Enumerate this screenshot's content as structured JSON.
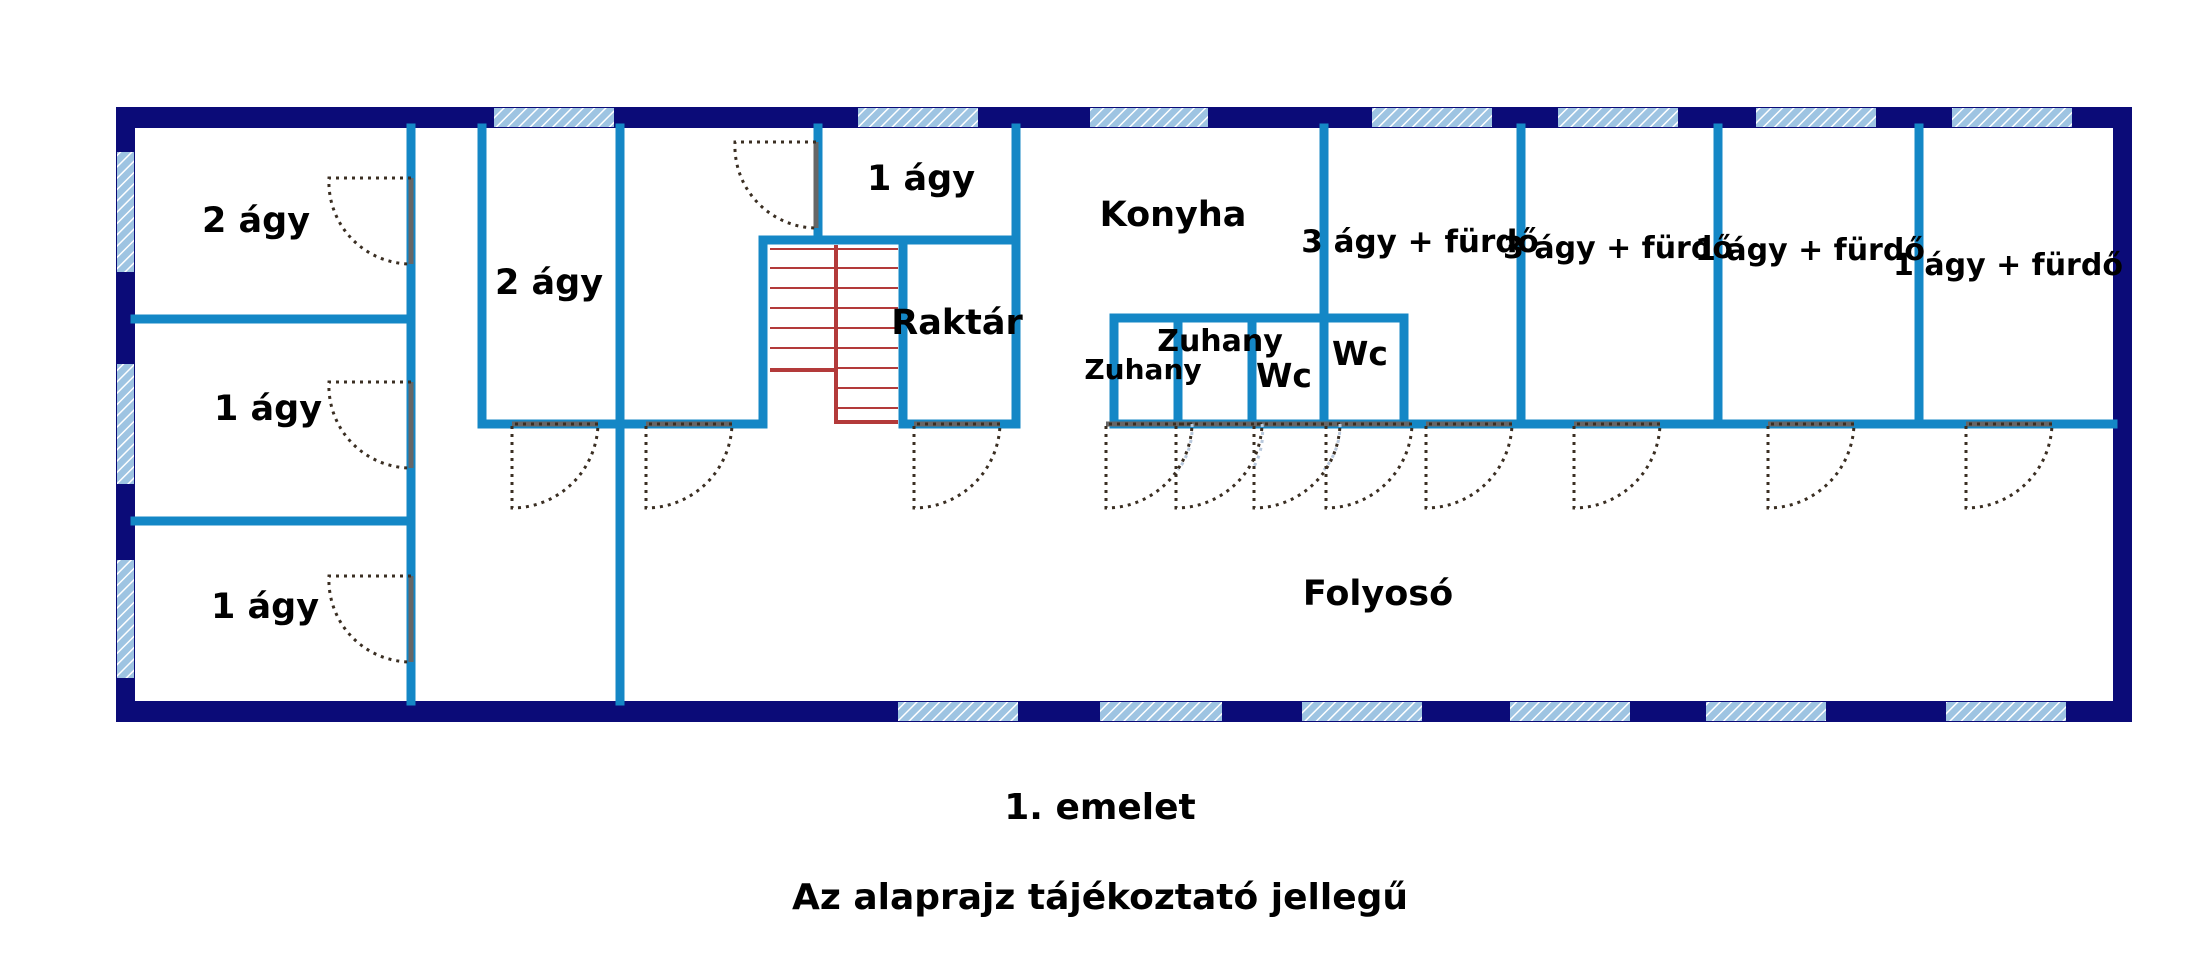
{
  "colors": {
    "outer_wall": "#0b0b78",
    "inner_wall": "#1487c6",
    "window": "#9ec4e2",
    "stairs": "#b33a3a",
    "door": "#3a2e22",
    "door_sill": "#666666"
  },
  "rooms": {
    "r1": "2 ágy",
    "r2": "1 ágy",
    "r3": "1 ágy",
    "r4": "2 ágy",
    "r5": "1 ágy",
    "kitchen": "Konyha",
    "storage": "Raktár",
    "shower1": "Zuhany",
    "shower2": "Zuhany",
    "wc1": "Wc",
    "wc2": "Wc",
    "r6": "3 ágy + fürdő",
    "r7": "3 ágy + fürdő",
    "r8": "1 ágy + fürdő",
    "r9": "1 ágy + fürdő",
    "corridor": "Folyosó"
  },
  "captions": {
    "floor": "1. emelet",
    "note": "Az alaprajz tájékoztató jellegű"
  }
}
